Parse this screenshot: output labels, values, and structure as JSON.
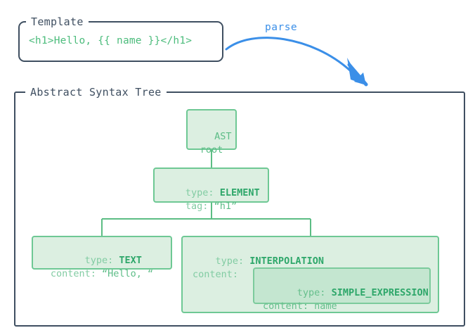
{
  "template_panel": {
    "label": "Template",
    "code": "<h1>Hello, {{ name }}</h1>"
  },
  "arrow": {
    "label": "parse",
    "color": "#3b8fe8"
  },
  "ast_panel": {
    "label": "Abstract Syntax Tree"
  },
  "nodes": {
    "root": {
      "line1": "AST",
      "line2": "root"
    },
    "element": {
      "key1": "type: ",
      "value1": "ELEMENT",
      "key2": "tag: ",
      "value2": "“h1”"
    },
    "text": {
      "key1": "type: ",
      "value1": "TEXT",
      "key2": "content: ",
      "value2": "“Hello, “"
    },
    "interpolation": {
      "key1": "type: ",
      "value1": "INTERPOLATION",
      "key2": "content:"
    },
    "simple_expression": {
      "key1": "type: ",
      "value1": "SIMPLE_EXPRESSION",
      "key2": "content: ",
      "value2": "name"
    }
  },
  "colors": {
    "panel_border": "#3f4f61",
    "code_green": "#4cbc7c",
    "node_border": "#6ec894",
    "node_fill": "#dcefe1",
    "nested_fill": "#c4e6d0",
    "accent_blue": "#3b8fe8"
  }
}
